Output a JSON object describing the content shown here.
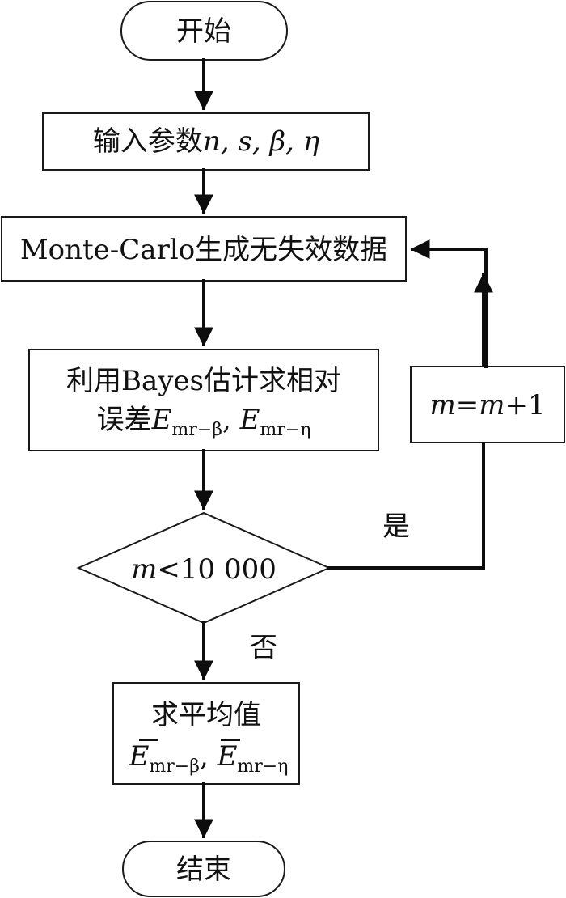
{
  "nodes": {
    "start": {
      "label": "开始"
    },
    "input": {
      "prefix": "输入参数",
      "params": "n, s, β, η"
    },
    "generate": {
      "label": "Monte-Carlo生成无失效数据"
    },
    "estimate": {
      "line1": "利用Bayes估计求相对",
      "line2_prefix": "误差",
      "E": "E",
      "sub_beta": "mr−β",
      "sub_eta": "mr−η",
      "sep": ", "
    },
    "increment": {
      "m1": "m",
      "eq": "=",
      "m2": "m",
      "plus": "+1"
    },
    "decision": {
      "m": "m",
      "cond": "<10 000"
    },
    "average": {
      "line1": "求平均值",
      "E": "E",
      "bar": "‾",
      "sub_beta": "mr−β",
      "sub_eta": "mr−η",
      "sep": ", "
    },
    "end": {
      "label": "结束"
    }
  },
  "edges": {
    "yes": "是",
    "no": "否"
  }
}
